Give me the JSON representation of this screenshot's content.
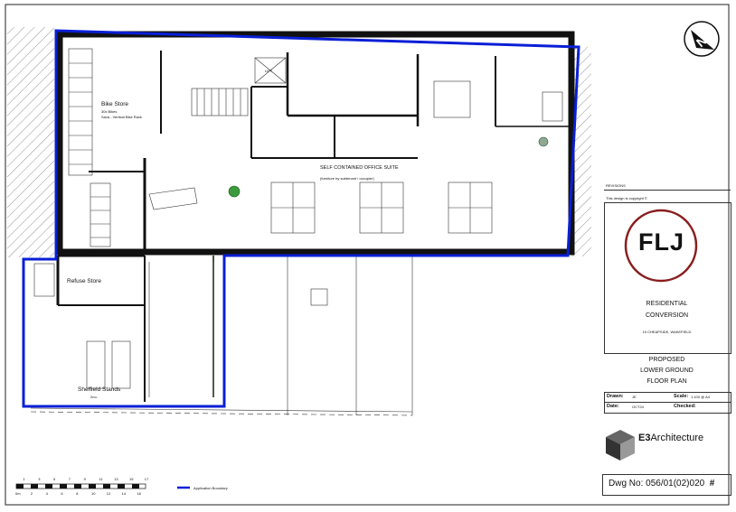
{
  "plan": {
    "rooms": {
      "bike_store": "Bike Store",
      "bike_store_sub1": "30x Bikes",
      "bike_store_sub2": "Sava - Vertical Bike Rack",
      "lift": "LIFT",
      "office_suite": "SELF CONTAINED OFFICE SUITE",
      "office_suite_sub": "(furniture by subtenant / occupier)",
      "refuse_store": "Refuse Store",
      "sheffield_stands": "Sheffield Stands",
      "sheffield_sub": "2no."
    }
  },
  "revisions": {
    "heading": "REVISIONS",
    "copyright": "This design is copyright"
  },
  "logo": {
    "text": "FLJ"
  },
  "project": {
    "line1": "RESIDENTIAL",
    "line2": "CONVERSION",
    "address": "19 CHEAPSIDE, WAKEFIELD"
  },
  "drawing": {
    "line1": "PROPOSED",
    "line2": "LOWER GROUND",
    "line3": "FLOOR PLAN"
  },
  "info": {
    "drawn_label": "Drawn:",
    "drawn_value": "JE",
    "scale_label": "Scale:",
    "scale_value": "1:100 @ A4",
    "date_label": "Date:",
    "date_value": "OCT24",
    "checked_label": "Checked:"
  },
  "company": {
    "name_strong": "E3",
    "name_rest": "Architecture"
  },
  "dwg": {
    "label": "Dwg No:",
    "number": "056/01(02)020",
    "rev": "#"
  },
  "scale_bar": {
    "ticks": [
      "0m",
      "1",
      "2",
      "3",
      "4",
      "5",
      "6",
      "7",
      "8",
      "9",
      "10",
      "11",
      "12",
      "13",
      "14",
      "15",
      "16",
      "17"
    ]
  },
  "legend": {
    "boundary_label": "Application Boundary"
  },
  "colors": {
    "boundary": "#0a1fd6",
    "wall": "#111111",
    "logo_ring": "#8a1e1e"
  }
}
